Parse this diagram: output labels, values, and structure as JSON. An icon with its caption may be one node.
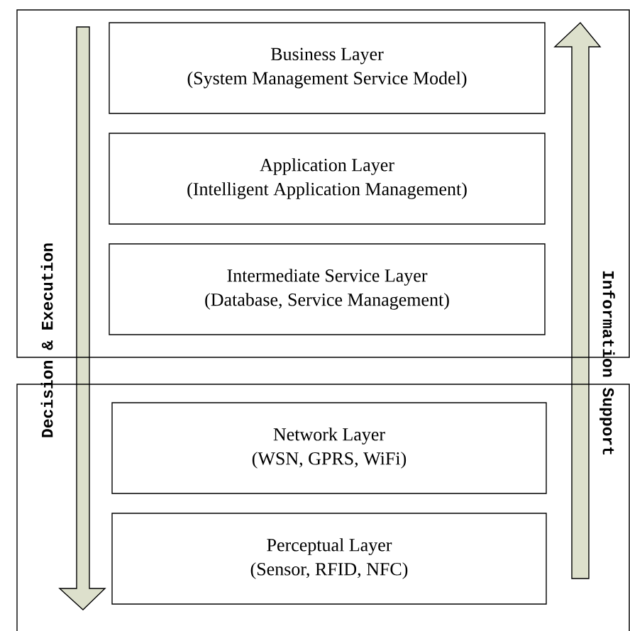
{
  "diagram": {
    "nodes": [
      {
        "text": [],
        "shape": "box"
      },
      {
        "text": [
          "Business Layer",
          "(System Management Service Model)"
        ],
        "in": 0
      },
      {
        "text": [
          "Application Layer",
          "(Intelligent Application Management)"
        ],
        "in": 0
      },
      {
        "text": [
          "Intermediate Service Layer",
          "(Database, Service Management)"
        ],
        "in": 0
      },
      {
        "text": [],
        "shape": "box"
      },
      {
        "text": [
          "Network Layer",
          "(WSN, GPRS, WiFi)"
        ],
        "in": 4
      },
      {
        "text": [
          "Perceptual Layer",
          "(Sensor, RFID, NFC)"
        ],
        "in": 4
      }
    ],
    "labels": [
      "Decision & Execution",
      "Information Support"
    ]
  }
}
